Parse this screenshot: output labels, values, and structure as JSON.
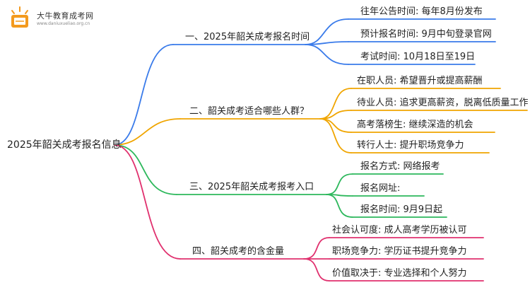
{
  "logo": {
    "name": "大牛教育成考网",
    "url": "www.daniuxueliao.org.cn"
  },
  "colors": [
    "#3a7bea",
    "#f0a500",
    "#2db85c",
    "#e0306e"
  ],
  "root": "2025年韶关成考报名信息",
  "branches": [
    {
      "label": "一、2025年韶关成考报名时间",
      "children": [
        "往年公告时间: 每年8月份发布",
        "预计报名时间: 9月中旬登录官网",
        "考试时间: 10月18日至19日"
      ]
    },
    {
      "label": "二、韶关成考适合哪些人群？",
      "children": [
        "在职人员: 希望晋升或提高薪酬",
        "待业人员: 追求更高薪资，脱离低质量工作",
        "高考落榜生: 继续深造的机会",
        "转行人士: 提升职场竞争力"
      ]
    },
    {
      "label": "三、2025年韶关成考报考入口",
      "children": [
        "报名方式: 网络报考",
        "报名网址:",
        "报名时间: 9月9日起"
      ]
    },
    {
      "label": "四、韶关成考的含金量",
      "children": [
        "社会认可度: 成人高考学历被认可",
        "职场竞争力: 学历证书提升竞争力",
        "价值取决于: 专业选择和个人努力"
      ]
    }
  ]
}
